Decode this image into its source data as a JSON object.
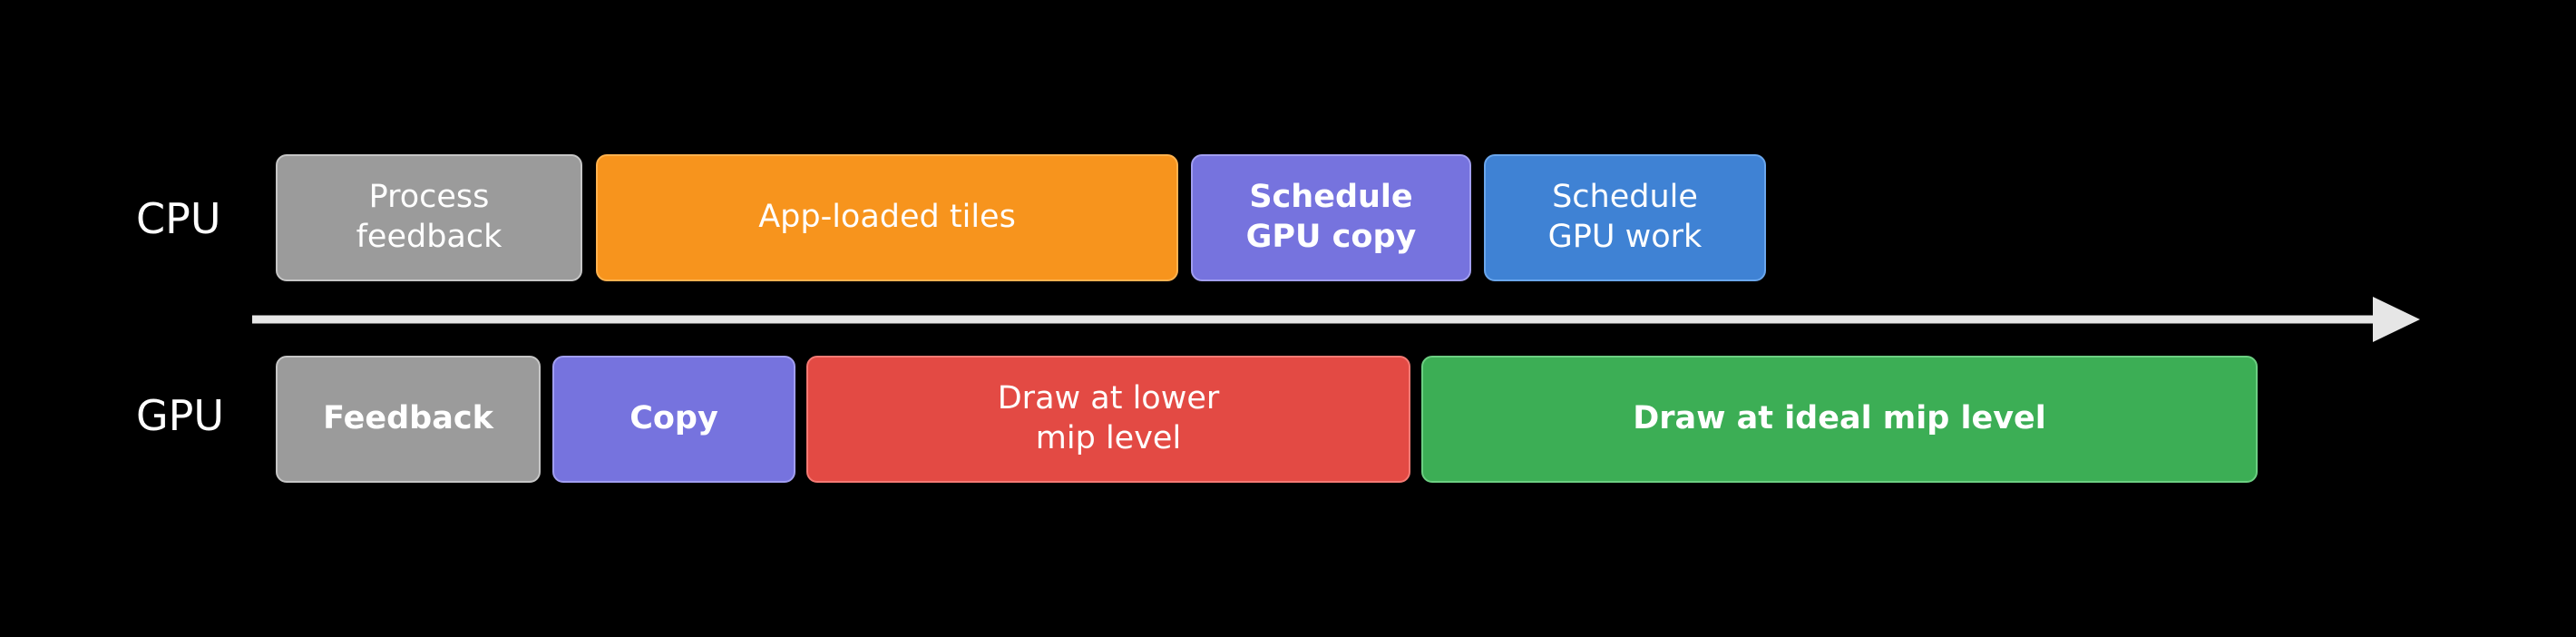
{
  "rows": {
    "cpu": {
      "label": "CPU"
    },
    "gpu": {
      "label": "GPU"
    }
  },
  "cpu_blocks": [
    {
      "label": "Process\nfeedback",
      "color": "#9b9b9b",
      "border": "#c6c6c6"
    },
    {
      "label": "App-loaded tiles",
      "color": "#f7941d",
      "border": "#ffb24f"
    },
    {
      "label": "Schedule\nGPU copy",
      "color": "#7673de",
      "border": "#a19ef0"
    },
    {
      "label": "Schedule\nGPU work",
      "color": "#3f82d4",
      "border": "#6aa6ec"
    }
  ],
  "gpu_blocks": [
    {
      "label": "Feedback",
      "color": "#9b9b9b",
      "border": "#c6c6c6"
    },
    {
      "label": "Copy",
      "color": "#7673de",
      "border": "#a19ef0"
    },
    {
      "label": "Draw at lower\nmip level",
      "color": "#e34a44",
      "border": "#f47a74"
    },
    {
      "label": "Draw at ideal mip level",
      "color": "#3cae55",
      "border": "#6ccf82"
    }
  ],
  "timeline_color": "#e6e6e6"
}
